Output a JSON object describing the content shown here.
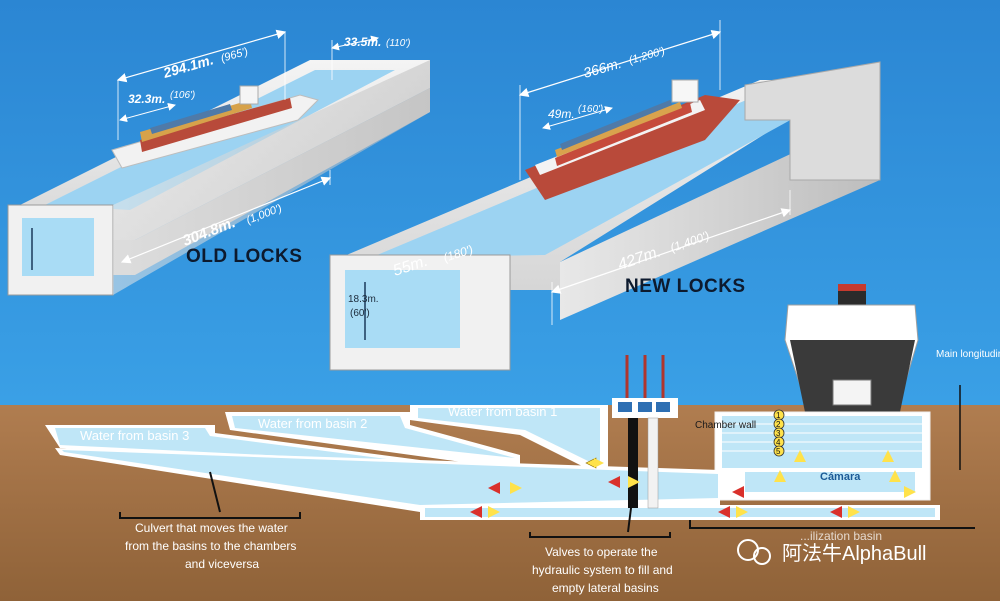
{
  "old_locks": {
    "title": "OLD LOCKS",
    "length_chamber": "294.1m.",
    "length_chamber_ft": "(965')",
    "width_end": "33.5m.",
    "width_end_ft": "(110')",
    "ship_beam": "32.3m.",
    "ship_beam_ft": "(106')",
    "total_length": "304.8m.",
    "total_length_ft": "(1,000')"
  },
  "new_locks": {
    "title": "NEW LOCKS",
    "length_chamber": "366m.",
    "length_chamber_ft": "(1,200')",
    "ship_beam": "49m.",
    "ship_beam_ft": "(160')",
    "chamber_width": "55m.",
    "chamber_width_ft": "(180')",
    "depth": "18.3m.",
    "depth_ft": "(60')",
    "total_length": "427m.",
    "total_length_ft": "(1,400')"
  },
  "cross_section": {
    "basin1": "Water from basin  1",
    "basin2": "Water from basin  2",
    "basin3": "Water from basin  3",
    "chamber_wall": "Chamber wall",
    "camara": "Cámara",
    "main_culvert": "Main longitudinal culvert",
    "levels": [
      "1",
      "2",
      "3",
      "4",
      "5"
    ],
    "culvert_note_line1": "Culvert that moves the water",
    "culvert_note_line2": "from the basins to the chambers",
    "culvert_note_line3": "and viceversa",
    "valves_note_line1": "Valves to operate the",
    "valves_note_line2": "hydraulic system to fill and",
    "valves_note_line3": "empty lateral basins",
    "partial_note": "...ilization basin"
  },
  "watermark": "阿法牛AlphaBull",
  "colors": {
    "sky": "#2e8fd9",
    "ground": "#a9774c",
    "water": "#bfe6f7",
    "arrow_yellow": "#ffe24a",
    "arrow_red": "#d9302b"
  }
}
